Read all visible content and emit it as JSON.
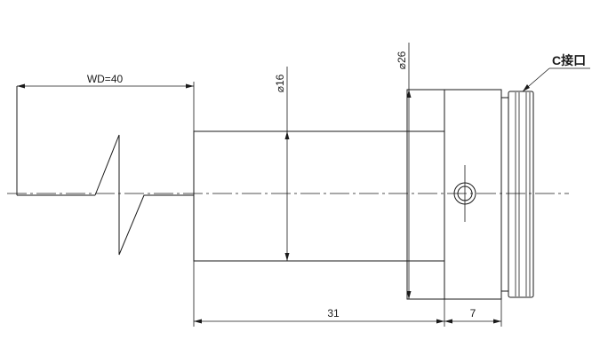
{
  "drawing": {
    "labels": {
      "wd": "WD=40",
      "dia_small": "⌀16",
      "dia_large": "⌀26",
      "mount": "C接口",
      "length_body": "31",
      "length_flange": "7"
    }
  }
}
